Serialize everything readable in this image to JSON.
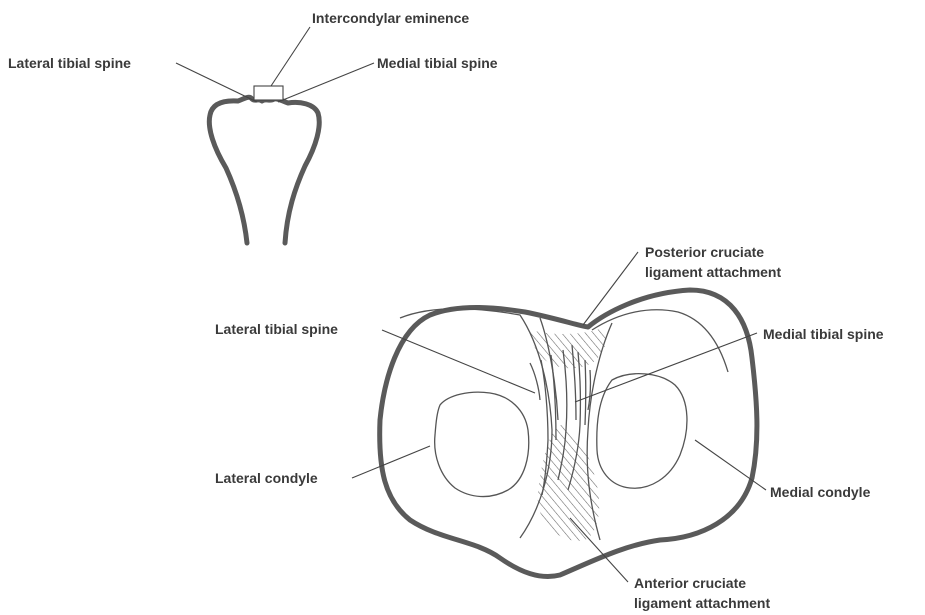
{
  "labels": {
    "intercondylar_eminence": "Intercondylar eminence",
    "lateral_tibial_spine_top": "Lateral tibial spine",
    "medial_tibial_spine_top": "Medial tibial spine",
    "posterior_cruciate_1": "Posterior cruciate",
    "posterior_cruciate_2": "ligament attachment",
    "lateral_tibial_spine_bottom": "Lateral tibial spine",
    "medial_tibial_spine_bottom": "Medial tibial spine",
    "lateral_condyle": "Lateral condyle",
    "medial_condyle": "Medial condyle",
    "anterior_cruciate_1": "Anterior cruciate",
    "anterior_cruciate_2": "ligament attachment"
  },
  "colors": {
    "outline": "#5a5a5a",
    "text": "#3a3a3a",
    "background": "#ffffff"
  }
}
